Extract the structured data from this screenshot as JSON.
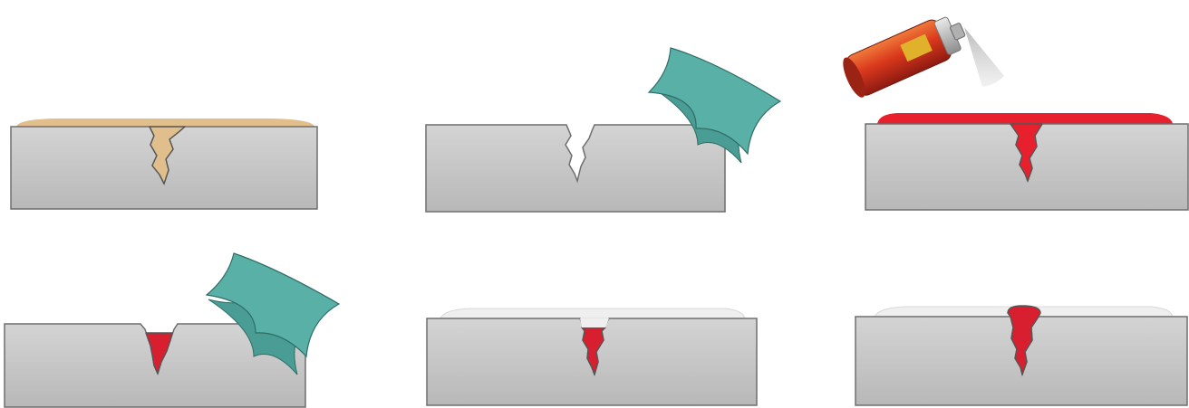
{
  "diagram": {
    "steps": [
      {
        "id": 1,
        "state": "surface cleaned, crack visible with tan contamination film on surface",
        "surface_color": "#e0bf8c",
        "crack_fill": "#e0bf8c"
      },
      {
        "id": 2,
        "state": "surface wiped clean with cloth",
        "tool": "cloth-icon"
      },
      {
        "id": 3,
        "state": "red penetrant sprayed on surface",
        "tool": "spray-can-icon",
        "surface_color": "#e8202e",
        "crack_fill": "#e8202e"
      },
      {
        "id": 4,
        "state": "excess penetrant wiped, penetrant remains in crack",
        "tool": "cloth-icon",
        "crack_fill": "#d81f2f"
      },
      {
        "id": 5,
        "state": "white developer applied",
        "surface_color": "#eeeeee",
        "crack_fill": "#d81f2f"
      },
      {
        "id": 6,
        "state": "indication bleeds through developer",
        "surface_color": "#eeeeee",
        "crack_fill": "#d81f2f"
      }
    ],
    "colors": {
      "block_top": "#d2d2d2",
      "block_bottom": "#b9b9b9",
      "cloth": "#58b0a6",
      "penetrant_red": "#e8202e",
      "developer_white": "#efefef",
      "contaminant_tan": "#e0bf8c"
    }
  }
}
